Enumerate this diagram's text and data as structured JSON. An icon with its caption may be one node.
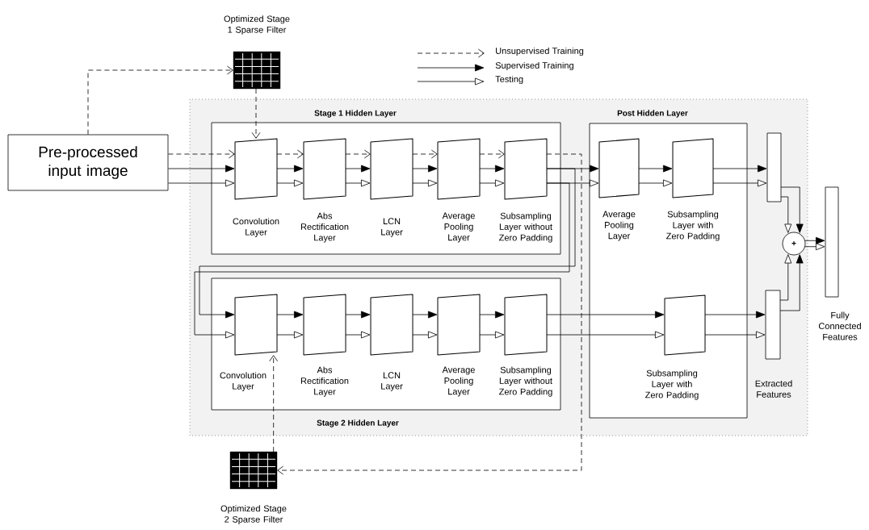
{
  "diagram": {
    "nodes": [
      {
        "text": [
          "Pre-processed input image"
        ]
      },
      {
        "text": [],
        "shape": "grid",
        "beside": [
          "Optimized Stage 1 Sparse Filter"
        ]
      },
      {
        "text": [
          "Stage 1 Hidden Layer"
        ]
      },
      {
        "text": [
          "Convolution Layer"
        ],
        "in": 2
      },
      {
        "text": [
          "Abs Rectification Layer"
        ],
        "in": 2
      },
      {
        "text": [
          "LCN Layer"
        ],
        "in": 2
      },
      {
        "text": [
          "Average Pooling Layer"
        ],
        "in": 2
      },
      {
        "text": [
          "Subsampling Layer without Zero Padding"
        ],
        "in": 2
      },
      {
        "text": [
          "Post Hidden Layer"
        ]
      },
      {
        "text": [
          "Average Pooling Layer"
        ],
        "in": 8
      },
      {
        "text": [
          "Subsampling Layer with Zero Padding"
        ],
        "in": 8
      },
      {
        "text": [
          "Stage 2 Hidden Layer"
        ]
      },
      {
        "text": [
          "Convolution Layer"
        ],
        "in": 11
      },
      {
        "text": [
          "Abs Rectification Layer"
        ],
        "in": 11
      },
      {
        "text": [
          "LCN Layer"
        ],
        "in": 11
      },
      {
        "text": [
          "Average Pooling Layer"
        ],
        "in": 11
      },
      {
        "text": [
          "Subsampling Layer without Zero Padding"
        ],
        "in": 11
      },
      {
        "text": [
          "Subsampling Layer with Zero Padding"
        ],
        "in": 8
      },
      {
        "text": [],
        "shape": "grid",
        "beside": [
          "Optimized Stage 2 Sparse Filter"
        ]
      },
      {
        "text": [],
        "shape": "bar"
      },
      {
        "text": [],
        "shape": "bar",
        "beside": [
          "Extracted Features"
        ]
      },
      {
        "text": [
          "+"
        ]
      },
      {
        "text": [],
        "shape": "bar",
        "beside": [
          "Fully Connected Features"
        ]
      }
    ],
    "edges": [
      {
        "from": 0,
        "to": 1,
        "arrow": "to",
        "style": "dashed"
      },
      {
        "from": 1,
        "to": 3,
        "arrow": "to",
        "style": "dashed"
      },
      {
        "from": 0,
        "to": 3,
        "arrow": "to",
        "style": "dashed"
      },
      {
        "from": 0,
        "to": 3,
        "arrow": "to"
      },
      {
        "from": 0,
        "to": 3,
        "arrow": "to"
      },
      {
        "from": 3,
        "to": 4,
        "arrow": "to",
        "style": "dashed"
      },
      {
        "from": 3,
        "to": 4,
        "arrow": "to"
      },
      {
        "from": 3,
        "to": 4,
        "arrow": "to"
      },
      {
        "from": 4,
        "to": 5,
        "arrow": "to",
        "style": "dashed"
      },
      {
        "from": 4,
        "to": 5,
        "arrow": "to"
      },
      {
        "from": 4,
        "to": 5,
        "arrow": "to"
      },
      {
        "from": 5,
        "to": 6,
        "arrow": "to",
        "style": "dashed"
      },
      {
        "from": 5,
        "to": 6,
        "arrow": "to"
      },
      {
        "from": 5,
        "to": 6,
        "arrow": "to"
      },
      {
        "from": 6,
        "to": 7,
        "arrow": "to",
        "style": "dashed"
      },
      {
        "from": 6,
        "to": 7,
        "arrow": "to"
      },
      {
        "from": 6,
        "to": 7,
        "arrow": "to"
      },
      {
        "from": 7,
        "to": 18,
        "arrow": "to",
        "style": "dashed"
      },
      {
        "from": 7,
        "to": 9,
        "arrow": "to"
      },
      {
        "from": 7,
        "to": 9,
        "arrow": "to"
      },
      {
        "from": 7,
        "to": 12,
        "arrow": "to"
      },
      {
        "from": 7,
        "to": 12,
        "arrow": "to"
      },
      {
        "from": 18,
        "to": 12,
        "arrow": "to",
        "style": "dashed"
      },
      {
        "from": 12,
        "to": 13,
        "arrow": "to"
      },
      {
        "from": 12,
        "to": 13,
        "arrow": "to"
      },
      {
        "from": 13,
        "to": 14,
        "arrow": "to"
      },
      {
        "from": 13,
        "to": 14,
        "arrow": "to"
      },
      {
        "from": 14,
        "to": 15,
        "arrow": "to"
      },
      {
        "from": 14,
        "to": 15,
        "arrow": "to"
      },
      {
        "from": 15,
        "to": 16,
        "arrow": "to"
      },
      {
        "from": 15,
        "to": 16,
        "arrow": "to"
      },
      {
        "from": 16,
        "to": 17,
        "arrow": "to"
      },
      {
        "from": 16,
        "to": 17,
        "arrow": "to"
      },
      {
        "from": 9,
        "to": 10,
        "arrow": "to"
      },
      {
        "from": 9,
        "to": 10,
        "arrow": "to"
      },
      {
        "from": 10,
        "to": 19,
        "arrow": "to"
      },
      {
        "from": 10,
        "to": 19,
        "arrow": "to"
      },
      {
        "from": 17,
        "to": 20,
        "arrow": "to"
      },
      {
        "from": 17,
        "to": 20,
        "arrow": "to"
      },
      {
        "from": 19,
        "to": 21,
        "arrow": "to"
      },
      {
        "from": 19,
        "to": 21,
        "arrow": "to"
      },
      {
        "from": 20,
        "to": 21,
        "arrow": "to"
      },
      {
        "from": 20,
        "to": 21,
        "arrow": "to"
      },
      {
        "from": 21,
        "to": 22,
        "arrow": "to"
      },
      {
        "from": 21,
        "to": 22,
        "arrow": "to"
      }
    ],
    "legend": [
      {
        "text": "Unsupervised Training"
      },
      {
        "text": "Supervised Training"
      },
      {
        "text": "Testing"
      }
    ]
  }
}
